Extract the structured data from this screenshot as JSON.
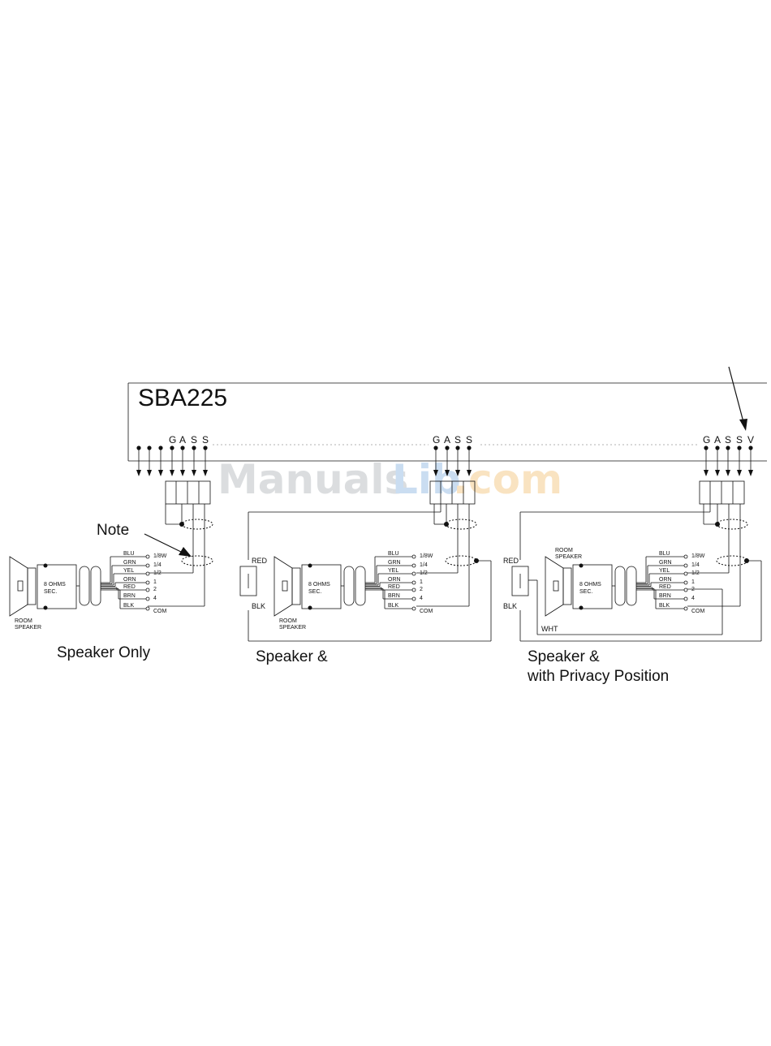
{
  "diagram": {
    "title": "SBA225",
    "note_label": "Note",
    "watermark": {
      "part1": "Manuals",
      "part2": "Lib",
      "part3": ".com"
    },
    "terminals_group1": [
      "G",
      "A",
      "S",
      "S"
    ],
    "terminals_group2": [
      "G",
      "A",
      "S",
      "S"
    ],
    "terminals_group3": [
      "G",
      "A",
      "S",
      "S",
      "V"
    ],
    "wire_colors": [
      "BLU",
      "GRN",
      "YEL",
      "ORN",
      "RED",
      "BRN",
      "BLK"
    ],
    "taps": [
      "1/8W",
      "1/4",
      "1/2",
      "1",
      "2",
      "4",
      "COM"
    ],
    "speaker_impedance": [
      "8 OHMS",
      "SEC."
    ],
    "room_speaker": [
      "ROOM",
      "SPEAKER"
    ],
    "switch_red": "RED",
    "switch_blk": "BLK",
    "white_wire": "WHT",
    "captions": {
      "speaker_only": "Speaker Only",
      "speaker_and": "Speaker &",
      "speaker_and_3": "Speaker &",
      "privacy": "with Privacy Position"
    }
  }
}
